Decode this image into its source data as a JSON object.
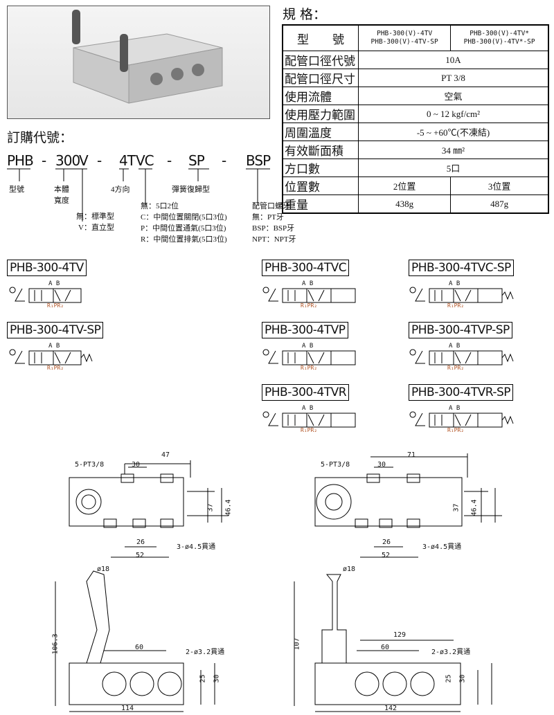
{
  "spec": {
    "title": "規 格：",
    "header": {
      "label": "型　　號",
      "col1": [
        "PHB-300(V)-4TV",
        "PHB-300(V)-4TV-SP"
      ],
      "col2": [
        "PHB-300(V)-4TV*",
        "PHB-300(V)-4TV*-SP"
      ]
    },
    "rows": [
      {
        "k": "配管口徑代號",
        "v": "10A"
      },
      {
        "k": "配管口徑尺寸",
        "v": "PT 3/8"
      },
      {
        "k": "使用流體",
        "v": "空氣"
      },
      {
        "k": "使用壓力範圍",
        "v": "0 ~ 12 kgf/cm²"
      },
      {
        "k": "周圍溫度",
        "v": "-5 ~ +60℃(不凍結)"
      },
      {
        "k": "有效斷面積",
        "v": "34 ㎜²"
      },
      {
        "k": "方口數",
        "v": "5口"
      }
    ],
    "positions": {
      "k": "位置數",
      "v1": "2位置",
      "v2": "3位置"
    },
    "weight": {
      "k": "重量",
      "v1": "438g",
      "v2": "487g"
    }
  },
  "order": {
    "title": "訂購代號：",
    "parts": [
      "PHB",
      "300",
      "V",
      "4T",
      "VC",
      "SP",
      "BSP"
    ],
    "sep": "-",
    "labels": {
      "model": "型號",
      "width": "本體\n寬度",
      "dir": "4方向",
      "spring": "彈簧復歸型"
    },
    "v_opts": [
      "無：標準型",
      "V：直立型"
    ],
    "c_opts": [
      "無：5口2位",
      "C：中間位置關閉(5口3位)",
      "P：中間位置通氣(5口3位)",
      "R：中間位置排氣(5口3位)"
    ],
    "thread_opts": [
      "配管口螺牙",
      "無：PT牙",
      "BSP：BSP牙",
      "NPT：NPT牙"
    ]
  },
  "models": [
    "PHB-300-4TV",
    "PHB-300-4TVC",
    "PHB-300-4TVC-SP",
    "PHB-300-4TV-SP",
    "PHB-300-4TVP",
    "PHB-300-4TVP-SP",
    "PHB-300-4TVR",
    "PHB-300-4TVR-SP"
  ],
  "symbol": {
    "ports_top": "A B",
    "ports_bottom": "R₁PR₂"
  },
  "dims_left": {
    "port": "5-PT3/8",
    "d30": "30",
    "d47": "47",
    "d37": "37",
    "d46": "46.4",
    "d26": "26",
    "d52": "52",
    "holes": "3-ø4.5貫通",
    "phi": "ø18",
    "h": "106.3",
    "d60": "60",
    "holes2": "2-ø3.2貫通",
    "d25": "25",
    "d30b": "30",
    "len": "114"
  },
  "dims_right": {
    "port": "5-PT3/8",
    "d30": "30",
    "d71": "71",
    "d37": "37",
    "d46": "46.4",
    "d26": "26",
    "d52": "52",
    "holes": "3-ø4.5貫通",
    "phi": "ø18",
    "h": "107",
    "d129": "129",
    "d60": "60",
    "holes2": "2-ø3.2貫通",
    "d25": "25",
    "d30b": "30",
    "len": "142"
  }
}
